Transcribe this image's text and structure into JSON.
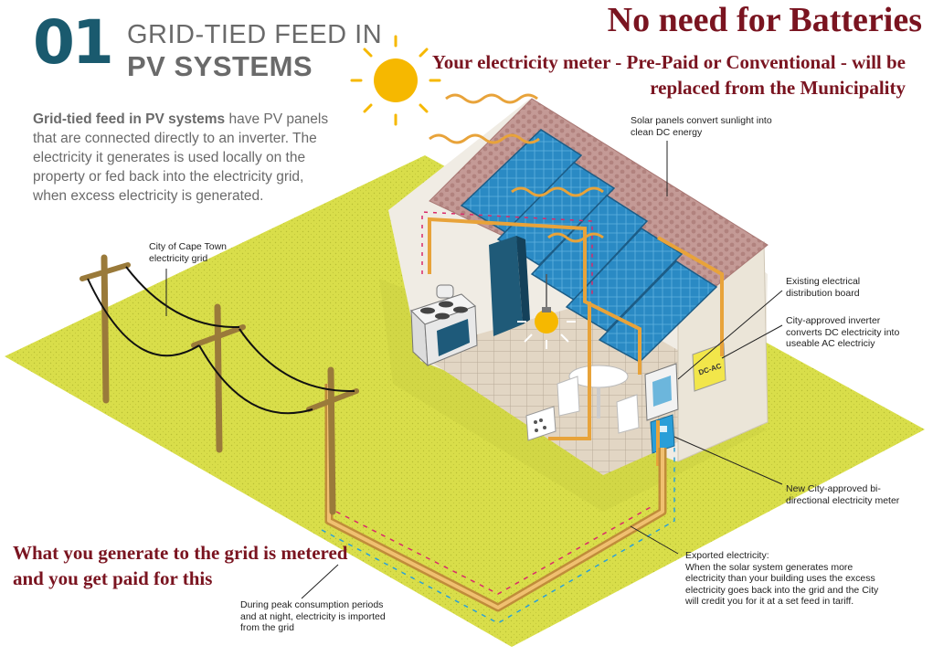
{
  "header": {
    "number": "01",
    "title_line1": "GRID-TIED FEED IN",
    "title_line2": "PV SYSTEMS"
  },
  "intro": {
    "bold": "Grid-tied feed in PV systems",
    "text": " have PV panels that are connected directly to an inverter. The electricity it generates is used locally on the property or fed back into the electricity grid, when excess electricity is generated."
  },
  "headline_batteries": "No need for Batteries",
  "headline_meter": "Your electricity meter - Pre-Paid or Conventional - will be replaced from the Municipality",
  "headline_grid": "What you generate to the grid is metered and you get paid for this",
  "labels": {
    "grid": "City of Cape Town electricity grid",
    "panels": "Solar panels convert sunlight into clean DC energy",
    "distribution": "Existing electrical distribution board",
    "inverter": "City-approved inverter converts DC electricity into useable AC electriciy",
    "meter": "New City-approved bi-directional electricity meter",
    "export_title": "Exported electricity:",
    "export_text": "When the solar system generates more electricity than your building uses the excess electricity goes back into the grid and the City will credit you for it at a set feed in tariff.",
    "import": "During peak consumption periods and at night, electricity is imported from the grid",
    "inverter_tag": "DC-AC"
  },
  "colors": {
    "title_blue": "#1a5a6e",
    "headline_red": "#7a1420",
    "grass": "#d9de4a",
    "roof": "#b98a86",
    "panel": "#2a8ac4",
    "cable": "#e8a33a",
    "export_arrows": "#d92a6a",
    "import_arrows": "#2aa0d8",
    "sun": "#f6b800"
  }
}
